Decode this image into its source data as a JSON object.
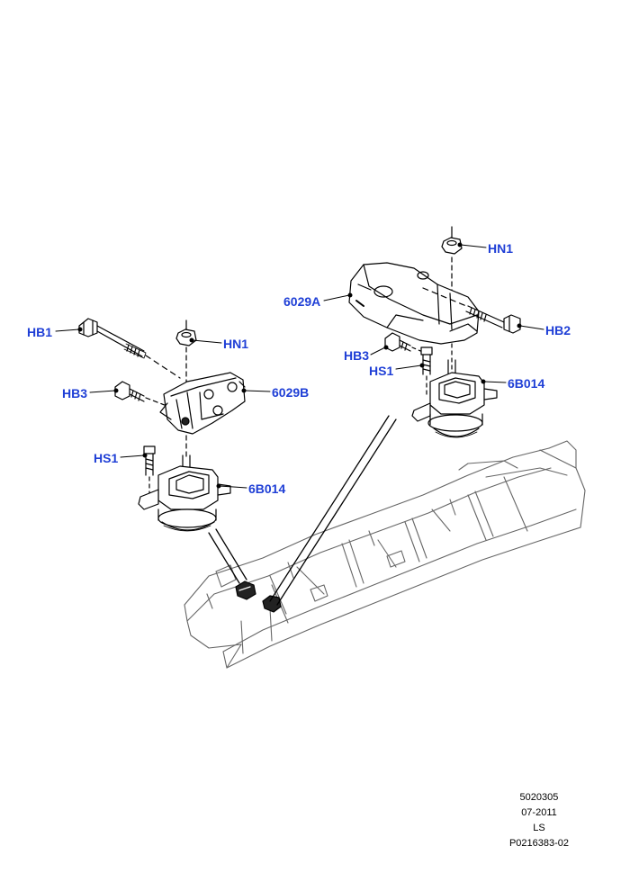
{
  "accent_color": "#1f3fd6",
  "callouts": {
    "left_hb1": "HB1",
    "left_hn1": "HN1",
    "left_hb3": "HB3",
    "left_bracket": "6029B",
    "left_hs1": "HS1",
    "left_mount": "6B014",
    "right_hn1": "HN1",
    "right_bracket": "6029A",
    "right_hb2": "HB2",
    "right_hb3": "HB3",
    "right_hs1": "HS1",
    "right_mount": "6B014"
  },
  "footer": {
    "line1": "5020305",
    "line2": "07-2011",
    "line3": "LS",
    "line4": "P0216383-02"
  }
}
